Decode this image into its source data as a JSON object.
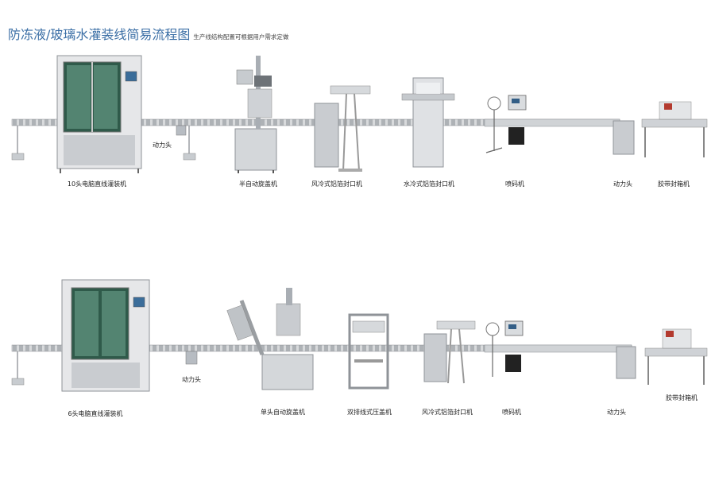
{
  "header": {
    "title": "防冻液/玻璃水灌装线简易流程图",
    "subtitle": "生产线结构配置可根据用户需求定做"
  },
  "line1": {
    "labels": {
      "filler": "10头电脑直线灌装机",
      "power_head_a": "动力头",
      "capper": "半自动旋盖机",
      "air_sealer": "风冷式铝箔封口机",
      "water_sealer": "水冷式铝箔封口机",
      "coder": "喷码机",
      "power_head_b": "动力头",
      "taper": "胶带封箱机"
    }
  },
  "line2": {
    "labels": {
      "filler": "6头电脑直线灌装机",
      "power_head_a": "动力头",
      "capper": "单头自动旋盖机",
      "presser": "双排线式压盖机",
      "air_sealer": "风冷式铝箔封口机",
      "coder": "喷码机",
      "power_head_b": "动力头",
      "taper": "胶带封箱机"
    }
  }
}
